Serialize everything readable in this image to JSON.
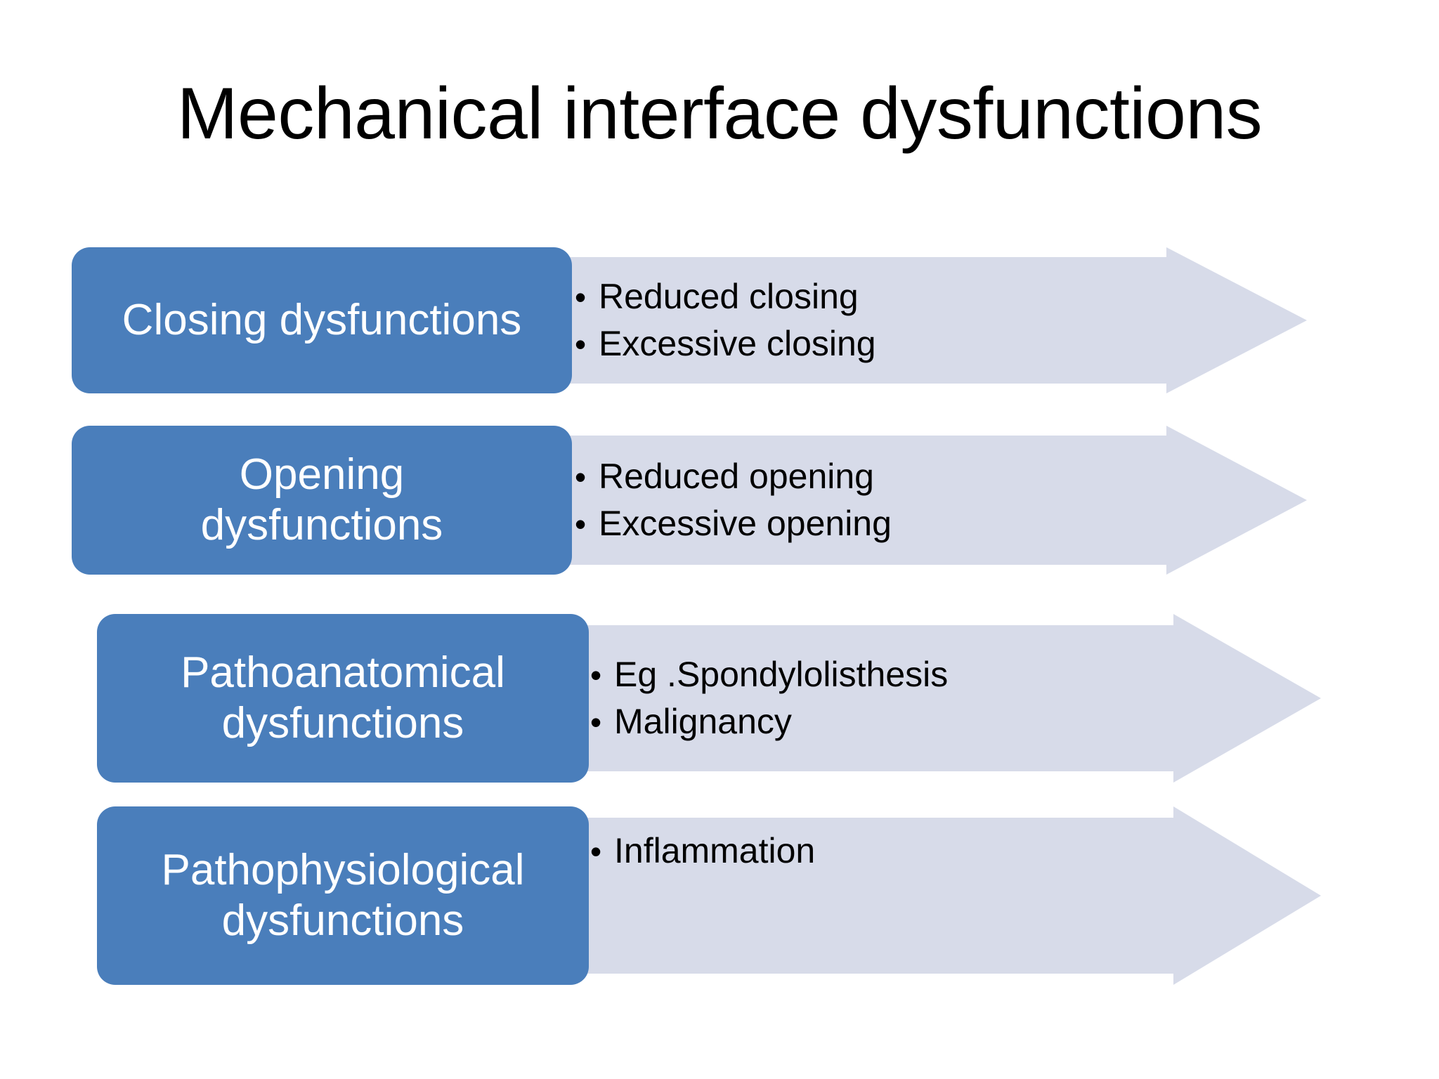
{
  "slide": {
    "title": "Mechanical interface dysfunctions",
    "background_color": "#ffffff",
    "accent_color": "#4a7ebb",
    "arrow_color": "#d7dbe9",
    "title_color": "#000000",
    "label_text_color": "#ffffff",
    "bullet_text_color": "#000000",
    "bullet_glyph": "•"
  },
  "rows": [
    {
      "label": "Closing dysfunctions",
      "label_lines": [
        "Closing dysfunctions"
      ],
      "bullets": [
        "Reduced closing",
        "Excessive closing"
      ]
    },
    {
      "label": "Opening dysfunctions",
      "label_lines": [
        "Opening",
        "dysfunctions"
      ],
      "bullets": [
        "Reduced opening",
        "Excessive opening"
      ]
    },
    {
      "label": "Pathoanatomical dysfunctions",
      "label_lines": [
        "Pathoanatomical",
        "dysfunctions"
      ],
      "bullets": [
        "Eg .Spondylolisthesis",
        "Malignancy"
      ]
    },
    {
      "label": "Pathophysiological dysfunctions",
      "label_lines": [
        "Pathophysiological",
        "dysfunctions"
      ],
      "bullets": [
        "Inflammation"
      ]
    }
  ]
}
